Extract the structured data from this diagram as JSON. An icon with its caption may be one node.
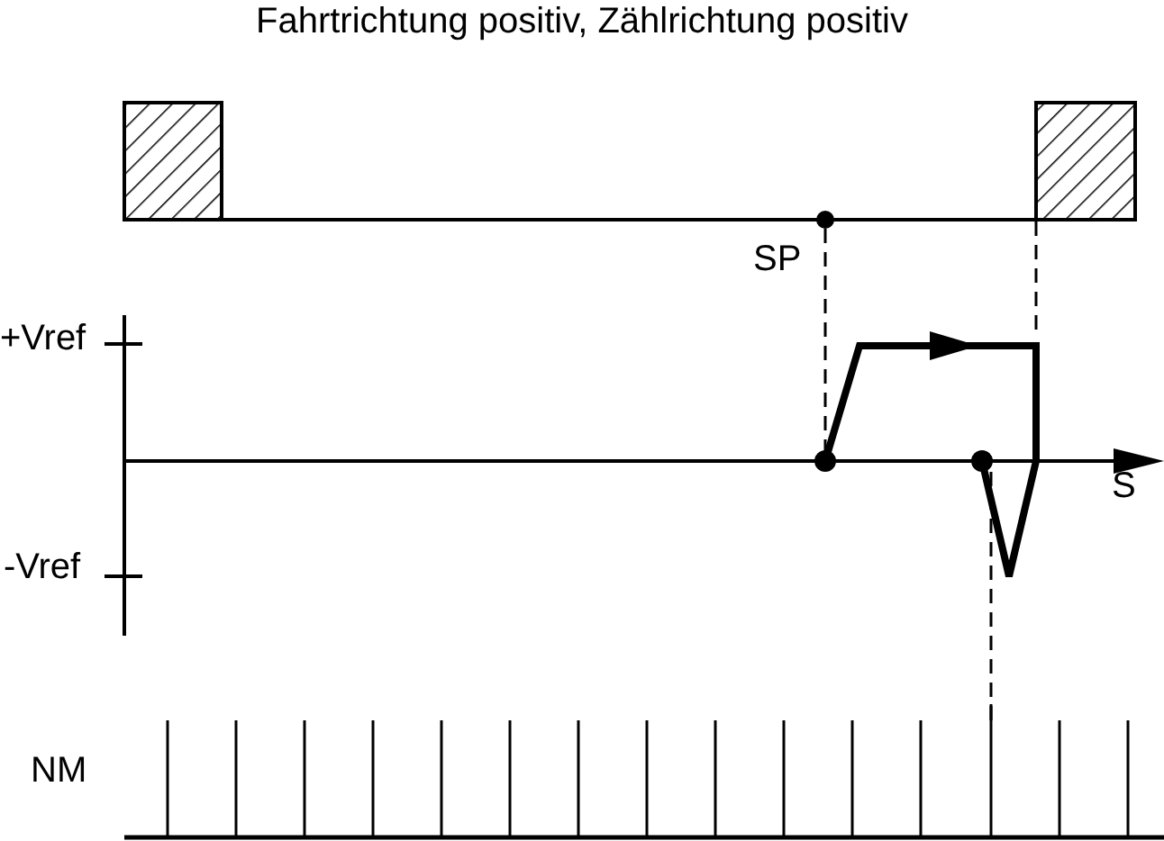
{
  "diagram": {
    "title": "Fahrtrichtung positiv, Zählrichtung positiv",
    "labels": [
      "SP",
      "+Vref",
      "S",
      "-Vref",
      "NM"
    ]
  }
}
